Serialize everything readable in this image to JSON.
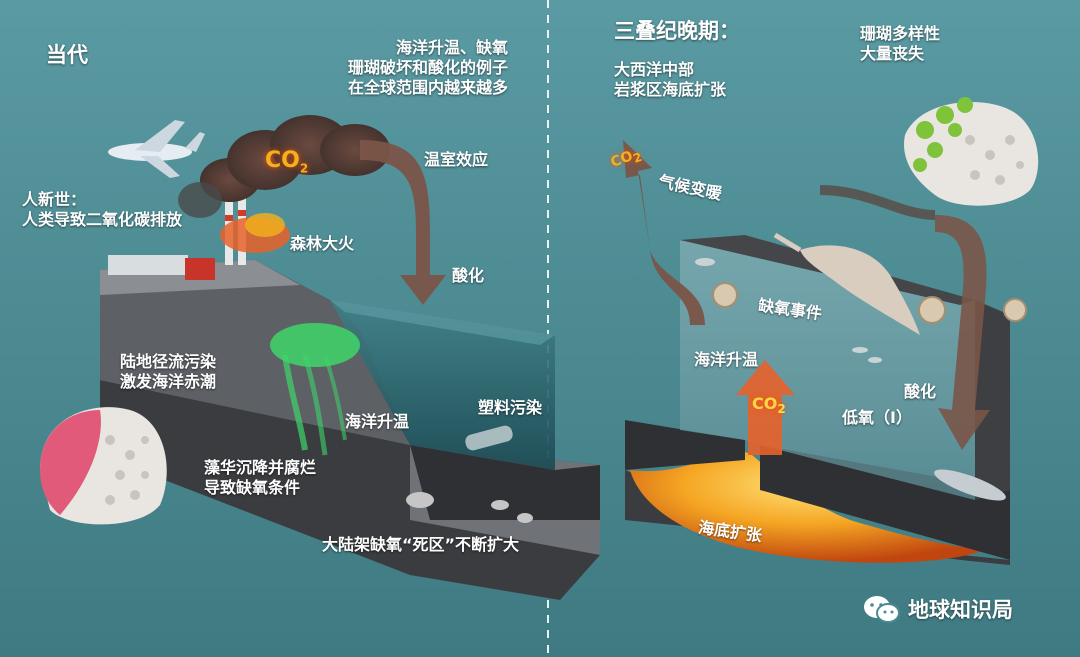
{
  "left_panel": {
    "title": "当代",
    "top_note": [
      "海洋升温、缺氧",
      "珊瑚破坏和酸化的例子",
      "在全球范围内越来越多"
    ],
    "anthropocene": [
      "人新世：",
      "人类导致二氧化碳排放"
    ],
    "co2_label": "CO",
    "co2_sub": "2",
    "greenhouse": "温室效应",
    "forest_fire": "森林大火",
    "acidification": "酸化",
    "runoff": [
      "陆地径流污染",
      "激发海洋赤潮"
    ],
    "warming": "海洋升温",
    "plastic": "塑料污染",
    "algae": [
      "藻华沉降并腐烂",
      "导致缺氧条件"
    ],
    "dead_zone": "大陆架缺氧“死区”不断扩大"
  },
  "right_panel": {
    "title": "三叠纪晚期：",
    "subtitle": [
      "大西洋中部",
      "岩浆区海底扩张"
    ],
    "coral_loss": [
      "珊瑚多样性",
      "大量丧失"
    ],
    "co2_label": "CO",
    "co2_sub": "2",
    "warming_climate": "气候变暖",
    "anoxic_event": "缺氧事件",
    "ocean_warming": "海洋升温",
    "acidification": "酸化",
    "low_oxygen": "低氧（I）",
    "seafloor_spreading": "海底扩张"
  },
  "watermark": {
    "text": "地球知识局",
    "icon": "wechat-icon"
  },
  "colors": {
    "background": "#4c8a93",
    "co2": "#f3b21c",
    "arrow": "#7a5548",
    "lava": "#f5a623",
    "algae": "#3ed66a",
    "label": "#ffffff"
  }
}
